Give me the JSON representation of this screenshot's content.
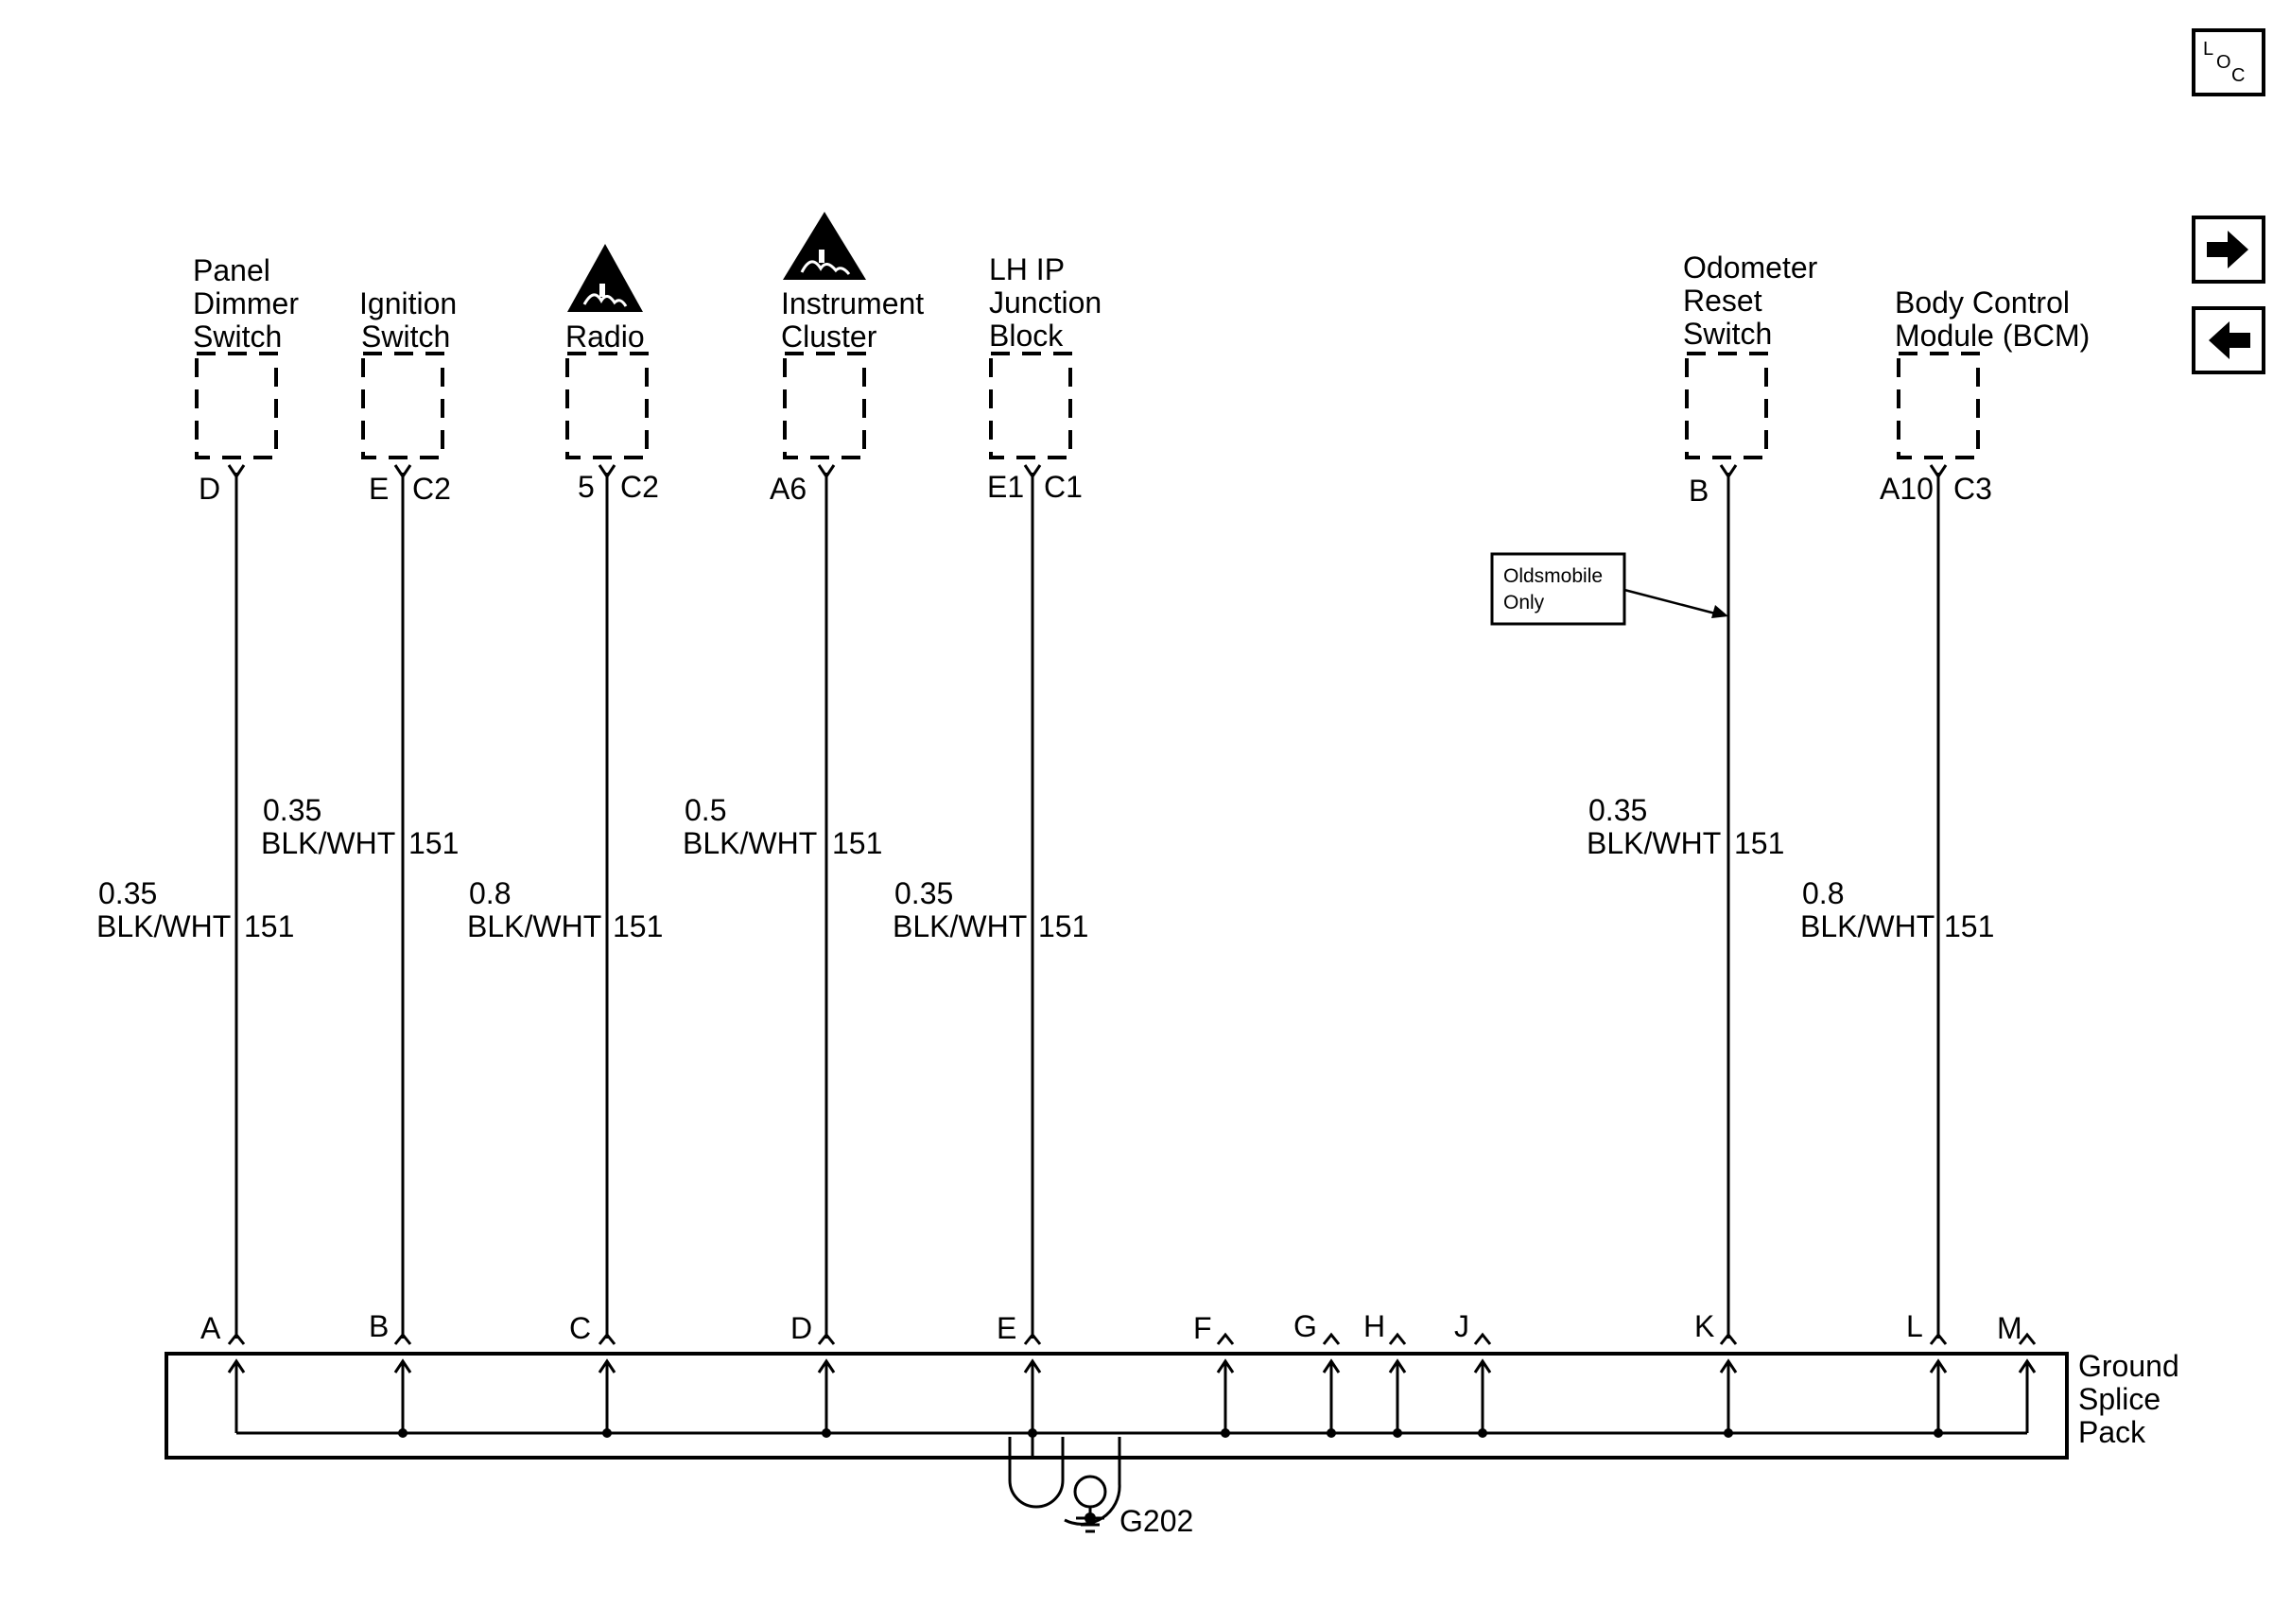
{
  "nav": {
    "loc_icon": "loc-icon",
    "next_icon": "arrow-right-icon",
    "prev_icon": "arrow-left-icon",
    "loc_text": [
      "L",
      "O",
      "C"
    ]
  },
  "components": [
    {
      "name_lines": [
        "Panel",
        "Dimmer",
        "Switch"
      ],
      "pin_left": "D",
      "pin_right": "",
      "wire_size": "0.35",
      "wire_color": "BLK/WHT",
      "circuit": "151",
      "splice_pin": "A",
      "esd": false
    },
    {
      "name_lines": [
        "Ignition",
        "Switch"
      ],
      "pin_left": "E",
      "pin_right": "C2",
      "wire_size": "0.35",
      "wire_color": "BLK/WHT",
      "circuit": "151",
      "splice_pin": "B",
      "esd": false
    },
    {
      "name_lines": [
        "Radio"
      ],
      "pin_left": "5",
      "pin_right": "C2",
      "wire_size": "0.8",
      "wire_color": "BLK/WHT",
      "circuit": "151",
      "splice_pin": "C",
      "esd": true
    },
    {
      "name_lines": [
        "Instrument",
        "Cluster"
      ],
      "pin_left": "A6",
      "pin_right": "",
      "wire_size": "0.5",
      "wire_color": "BLK/WHT",
      "circuit": "151",
      "splice_pin": "D",
      "esd": true
    },
    {
      "name_lines": [
        "LH IP",
        "Junction",
        "Block"
      ],
      "pin_left": "E1",
      "pin_right": "C1",
      "wire_size": "0.35",
      "wire_color": "BLK/WHT",
      "circuit": "151",
      "splice_pin": "E",
      "esd": false
    },
    {
      "name_lines": [
        "Odometer",
        "Reset",
        "Switch"
      ],
      "pin_left": "B",
      "pin_right": "",
      "wire_size": "0.35",
      "wire_color": "BLK/WHT",
      "circuit": "151",
      "splice_pin": "K",
      "esd": false
    },
    {
      "name_lines": [
        "Body Control",
        "Module (BCM)"
      ],
      "pin_left": "A10",
      "pin_right": "C3",
      "wire_size": "0.8",
      "wire_color": "BLK/WHT",
      "circuit": "151",
      "splice_pin": "L",
      "esd": false
    }
  ],
  "unused_splice_pins": [
    "F",
    "G",
    "H",
    "J",
    "M"
  ],
  "note": {
    "lines": [
      "Oldsmobile",
      "Only"
    ]
  },
  "splice_pack": {
    "name_lines": [
      "Ground",
      "Splice",
      "Pack"
    ]
  },
  "ground": {
    "label": "G202",
    "icon": "ground-icon"
  }
}
